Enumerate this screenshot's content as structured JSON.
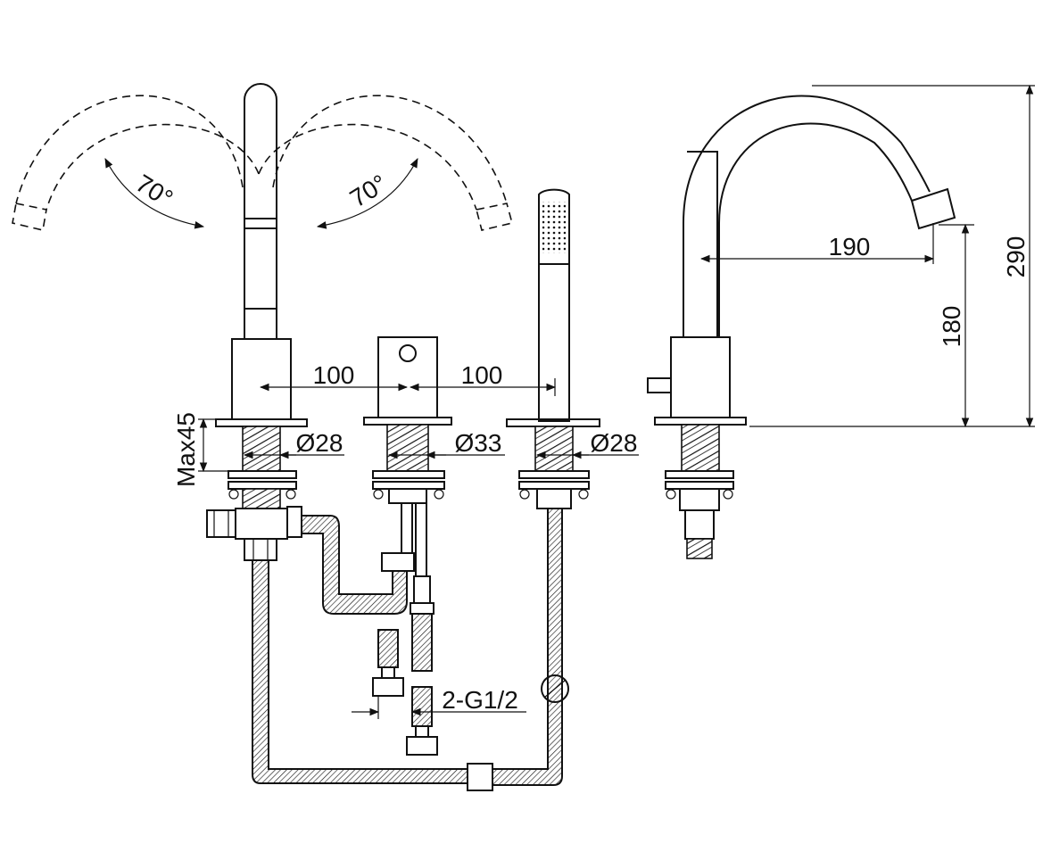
{
  "rotation": {
    "left": "70°",
    "right": "70°"
  },
  "dimensions": {
    "spacing_left": "100",
    "spacing_right": "100",
    "max_deck": "Max45",
    "hole_left": "Ø28",
    "hole_center": "Ø33",
    "hole_right": "Ø28",
    "reach": "190",
    "spout_height": "180",
    "total_height": "290",
    "connection": "2-G1/2"
  }
}
